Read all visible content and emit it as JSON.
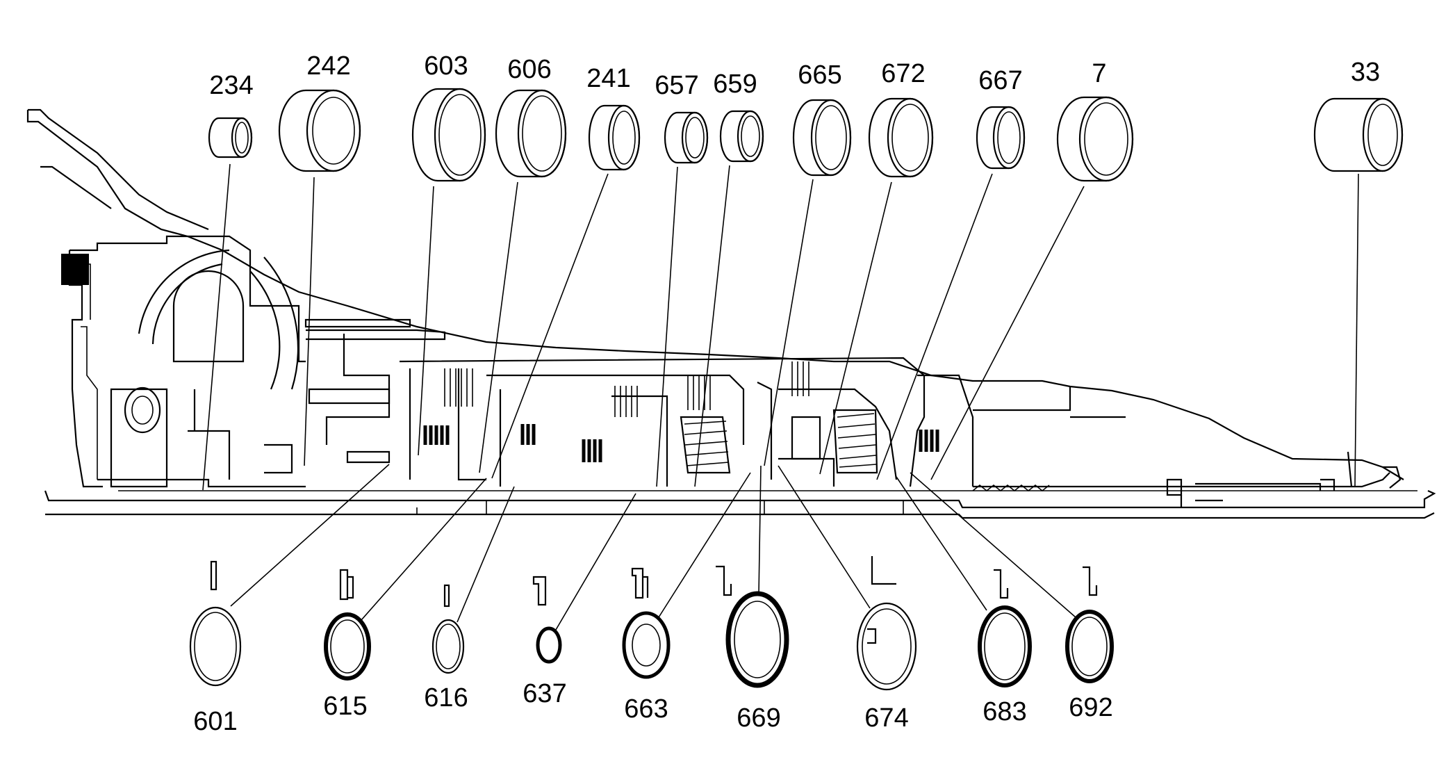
{
  "diagram": {
    "top_callouts": [
      "234",
      "242",
      "603",
      "606",
      "241",
      "657",
      "659",
      "665",
      "672",
      "667",
      "7",
      "33"
    ],
    "bottom_callouts": [
      "601",
      "615",
      "616",
      "637",
      "663",
      "669",
      "674",
      "683",
      "692"
    ]
  }
}
